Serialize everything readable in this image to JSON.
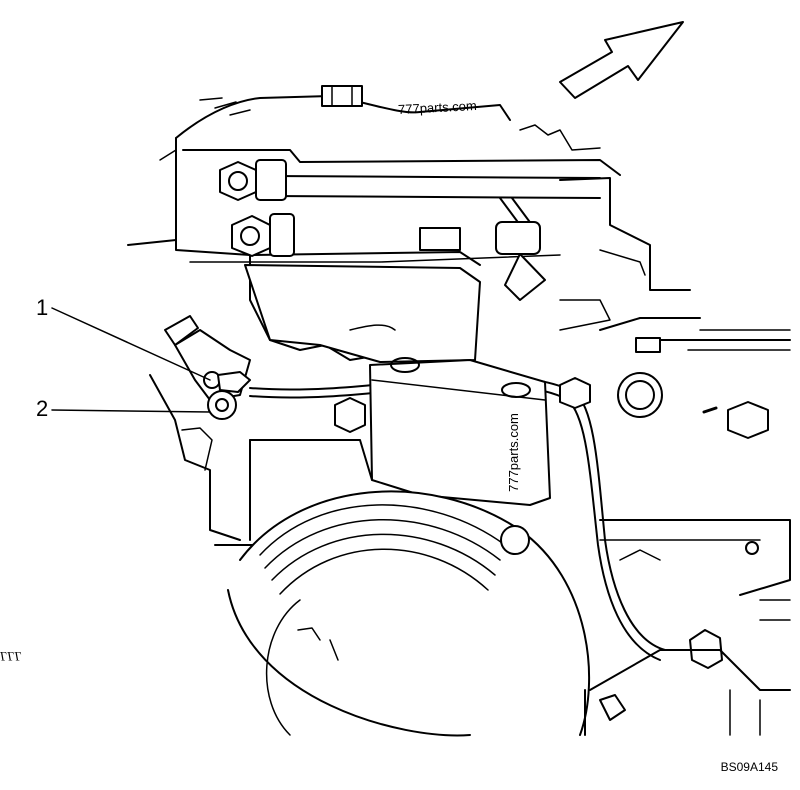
{
  "callouts": [
    {
      "label": "1"
    },
    {
      "label": "2"
    }
  ],
  "watermark": {
    "horizontal": "777parts.com",
    "vertical": "777parts.com"
  },
  "figure_code": "BS09A145",
  "edge_mark": "LLL",
  "colors": {
    "line": "#000000",
    "background": "#ffffff"
  }
}
